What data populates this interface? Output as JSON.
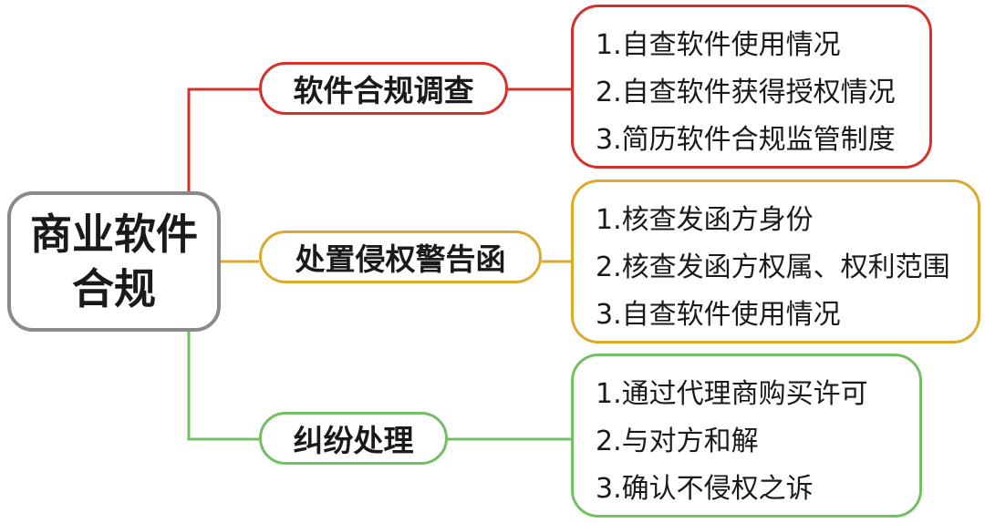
{
  "root": {
    "line1": "商业软件",
    "line2": "合规"
  },
  "colors": {
    "root_border": "#8a8a8a",
    "branch_red": "#d6302a",
    "branch_yellow": "#dcaa2a",
    "branch_green": "#72c063"
  },
  "branches": [
    {
      "label": "软件合规调查",
      "items": [
        "1.自查软件使用情况",
        "2.自查软件获得授权情况",
        "3.简历软件合规监管制度"
      ]
    },
    {
      "label": "处置侵权警告函",
      "items": [
        "1.核查发函方身份",
        "2.核查发函方权属、权利范围",
        "3.自查软件使用情况"
      ]
    },
    {
      "label": "纠纷处理",
      "items": [
        "1.通过代理商购买许可",
        "2.与对方和解",
        "3.确认不侵权之诉"
      ]
    }
  ]
}
